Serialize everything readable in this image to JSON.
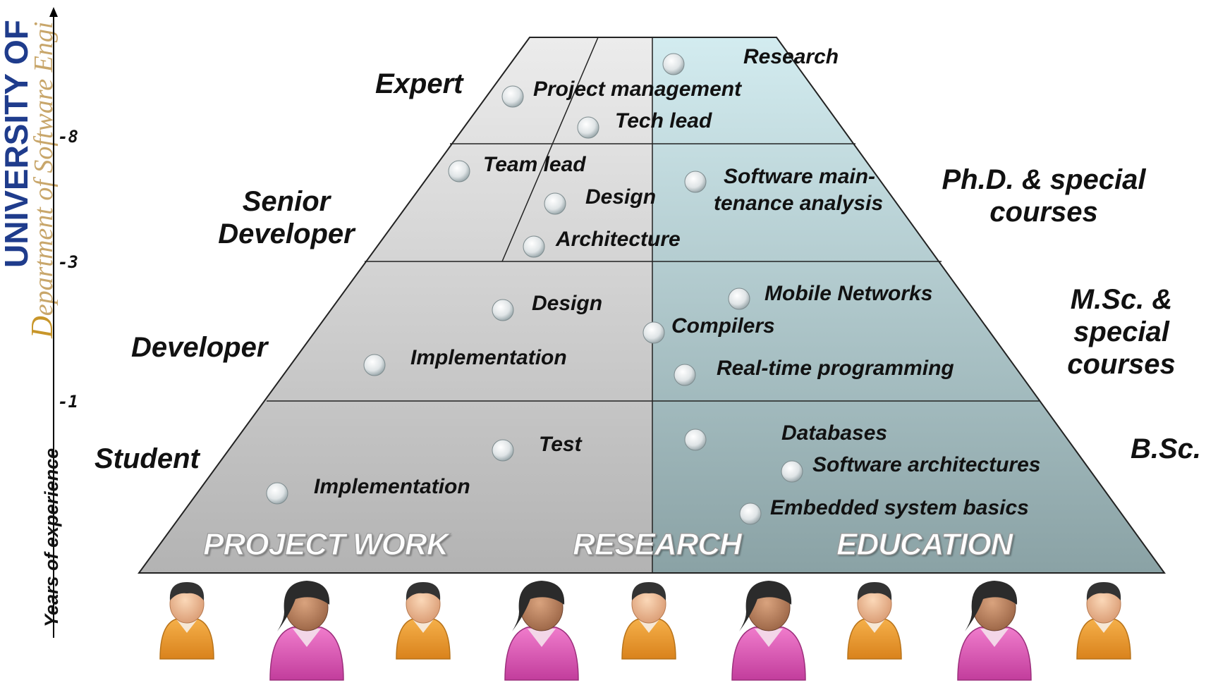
{
  "axis": {
    "title": "Years of experience",
    "ticks": [
      "-8",
      "-3",
      "-1"
    ]
  },
  "watermark": {
    "university": "UNIVERSITY OF",
    "department": "epartment of Software Engi",
    "department_initial": "D"
  },
  "levels": {
    "expert": "Expert",
    "senior": [
      "Senior",
      "Developer"
    ],
    "developer": "Developer",
    "student": "Student"
  },
  "courses": {
    "phd": [
      "Ph.D. & special",
      "courses"
    ],
    "msc": [
      "M.Sc. &",
      "special",
      "courses"
    ],
    "bsc": "B.Sc."
  },
  "items": {
    "research": "Research",
    "project_management": "Project management",
    "tech_lead": "Tech lead",
    "team_lead": "Team lead",
    "design_senior": "Design",
    "architecture": "Architecture",
    "software_maintenance": [
      "Software main-",
      "tenance analysis"
    ],
    "design_dev": "Design",
    "implementation_dev": "Implementation",
    "mobile_networks": "Mobile Networks",
    "compilers": "Compilers",
    "realtime": "Real-time programming",
    "test": "Test",
    "implementation_student": "Implementation",
    "databases": "Databases",
    "software_architectures": "Software architectures",
    "embedded": "Embedded system basics"
  },
  "categories": {
    "project_work": "PROJECT WORK",
    "research": "RESEARCH",
    "education": "EDUCATION"
  },
  "colors": {
    "left_fill_top": "#e6e6e6",
    "left_fill_bottom": "#b9b9b9",
    "right_fill_top": "#cfe6ea",
    "right_fill_bottom": "#8ea6a9",
    "male_shirt": "#e8962a",
    "female_shirt": "#d64fae"
  },
  "people": [
    "male",
    "female",
    "male",
    "female",
    "male",
    "female",
    "male",
    "female",
    "male"
  ]
}
